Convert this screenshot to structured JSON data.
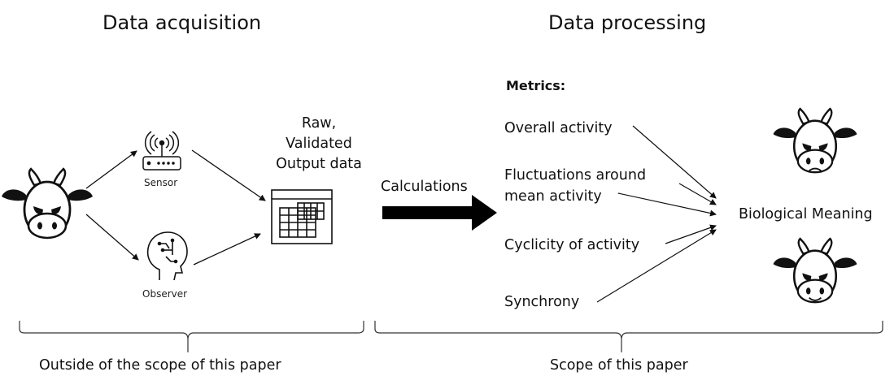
{
  "headings": {
    "left": "Data acquisition",
    "right": "Data processing"
  },
  "acquisition": {
    "sensor_label": "Sensor",
    "observer_label": "Observer",
    "output_label_lines": [
      "Raw,",
      "Validated",
      "Output data"
    ]
  },
  "processing": {
    "calculations_label": "Calculations",
    "metrics_heading": "Metrics:",
    "metrics": [
      {
        "lines": [
          "Overall activity"
        ]
      },
      {
        "lines": [
          "Fluctuations around",
          "mean activity"
        ]
      },
      {
        "lines": [
          "Cyclicity of activity"
        ]
      },
      {
        "lines": [
          "Synchrony"
        ]
      }
    ],
    "result_label": "Biological Meaning"
  },
  "scopes": {
    "left": "Outside of the scope of this paper",
    "right": "Scope of this paper"
  },
  "icons": {
    "cow_neutral": "cow-face-icon",
    "cow_sad": "sad-cow-face-icon",
    "cow_happy": "happy-cow-face-icon",
    "sensor": "wireless-sensor-icon",
    "observer": "human-brain-head-icon",
    "data": "data-table-icon"
  }
}
